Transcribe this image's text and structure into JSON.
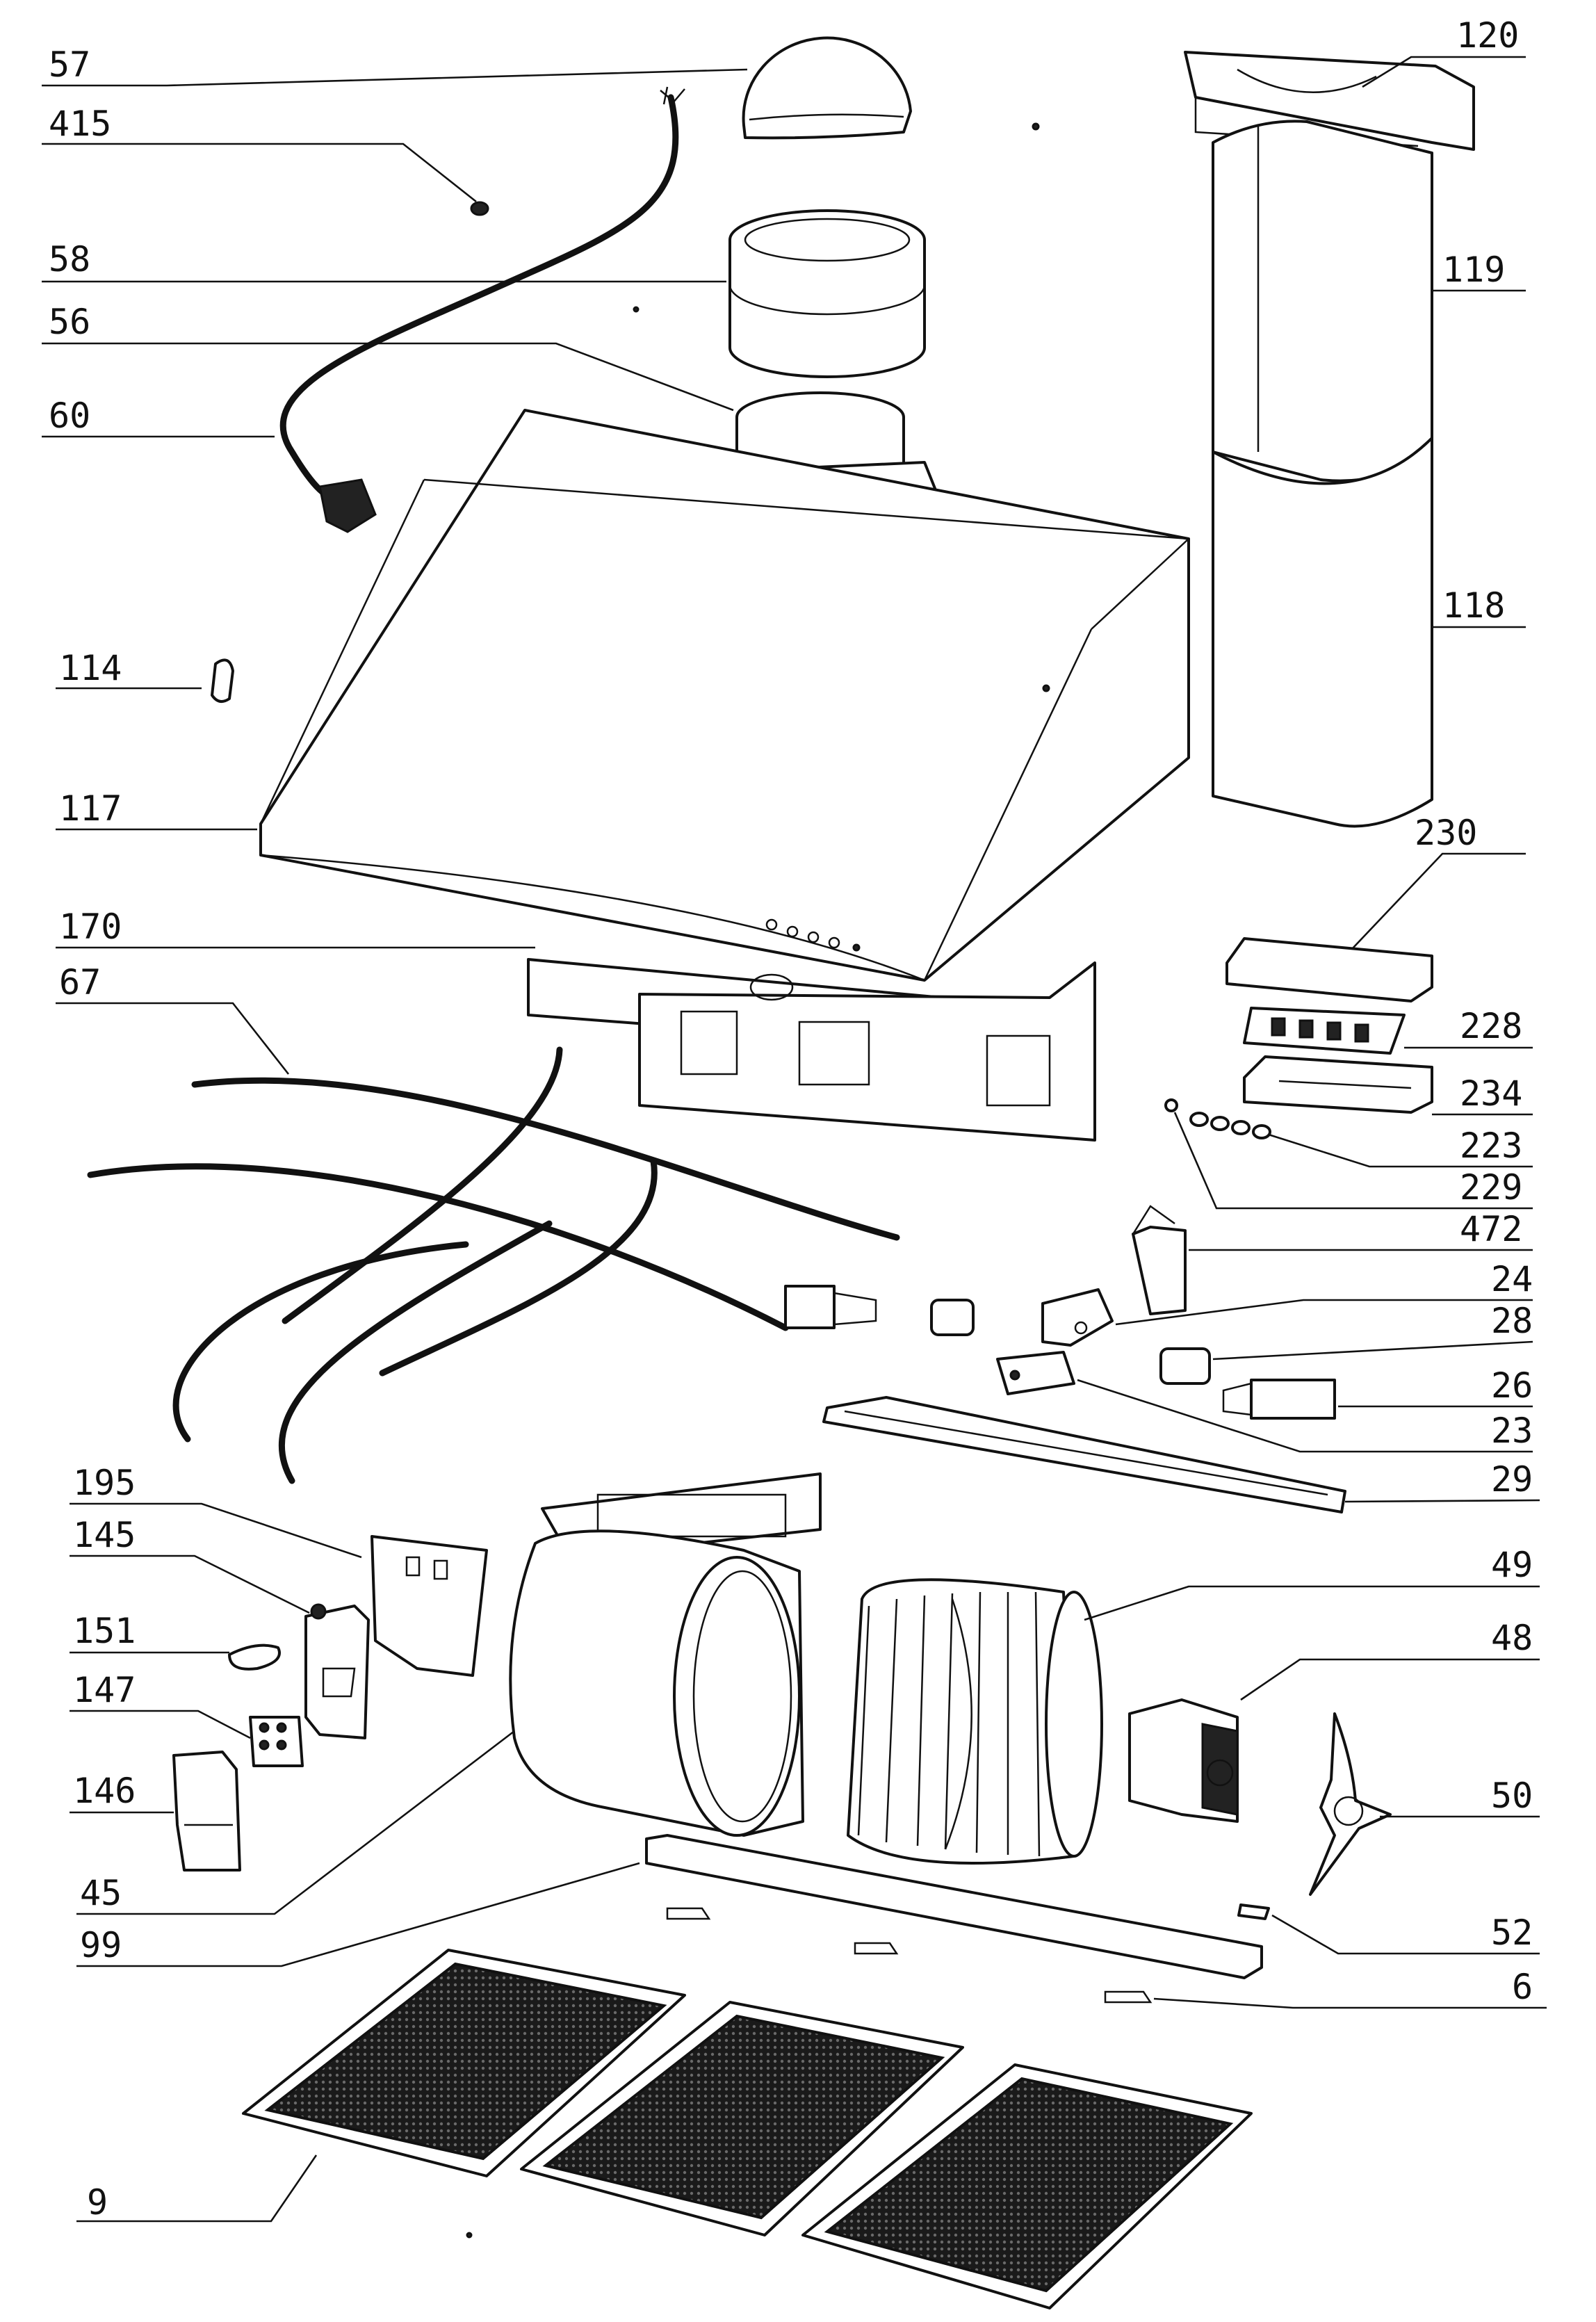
{
  "diagram": {
    "callouts": [
      {
        "id": "57",
        "label": "57",
        "side": "left"
      },
      {
        "id": "415",
        "label": "415",
        "side": "left"
      },
      {
        "id": "58",
        "label": "58",
        "side": "left"
      },
      {
        "id": "56",
        "label": "56",
        "side": "left"
      },
      {
        "id": "60",
        "label": "60",
        "side": "left"
      },
      {
        "id": "114",
        "label": "114",
        "side": "left"
      },
      {
        "id": "117",
        "label": "117",
        "side": "left"
      },
      {
        "id": "170",
        "label": "170",
        "side": "left"
      },
      {
        "id": "67",
        "label": "67",
        "side": "left"
      },
      {
        "id": "195",
        "label": "195",
        "side": "left"
      },
      {
        "id": "145",
        "label": "145",
        "side": "left"
      },
      {
        "id": "151",
        "label": "151",
        "side": "left"
      },
      {
        "id": "147",
        "label": "147",
        "side": "left"
      },
      {
        "id": "146",
        "label": "146",
        "side": "left"
      },
      {
        "id": "45",
        "label": "45",
        "side": "left"
      },
      {
        "id": "99",
        "label": "99",
        "side": "left"
      },
      {
        "id": "9",
        "label": "9",
        "side": "left"
      },
      {
        "id": "120",
        "label": "120",
        "side": "right"
      },
      {
        "id": "119",
        "label": "119",
        "side": "right"
      },
      {
        "id": "118",
        "label": "118",
        "side": "right"
      },
      {
        "id": "230",
        "label": "230",
        "side": "right"
      },
      {
        "id": "228",
        "label": "228",
        "side": "right"
      },
      {
        "id": "234",
        "label": "234",
        "side": "right"
      },
      {
        "id": "223",
        "label": "223",
        "side": "right"
      },
      {
        "id": "229",
        "label": "229",
        "side": "right"
      },
      {
        "id": "472",
        "label": "472",
        "side": "right"
      },
      {
        "id": "24",
        "label": "24",
        "side": "right"
      },
      {
        "id": "28",
        "label": "28",
        "side": "right"
      },
      {
        "id": "26",
        "label": "26",
        "side": "right"
      },
      {
        "id": "23",
        "label": "23",
        "side": "right"
      },
      {
        "id": "29",
        "label": "29",
        "side": "right"
      },
      {
        "id": "49",
        "label": "49",
        "side": "right"
      },
      {
        "id": "48",
        "label": "48",
        "side": "right"
      },
      {
        "id": "50",
        "label": "50",
        "side": "right"
      },
      {
        "id": "52",
        "label": "52",
        "side": "right"
      },
      {
        "id": "6",
        "label": "6",
        "side": "right"
      }
    ]
  }
}
